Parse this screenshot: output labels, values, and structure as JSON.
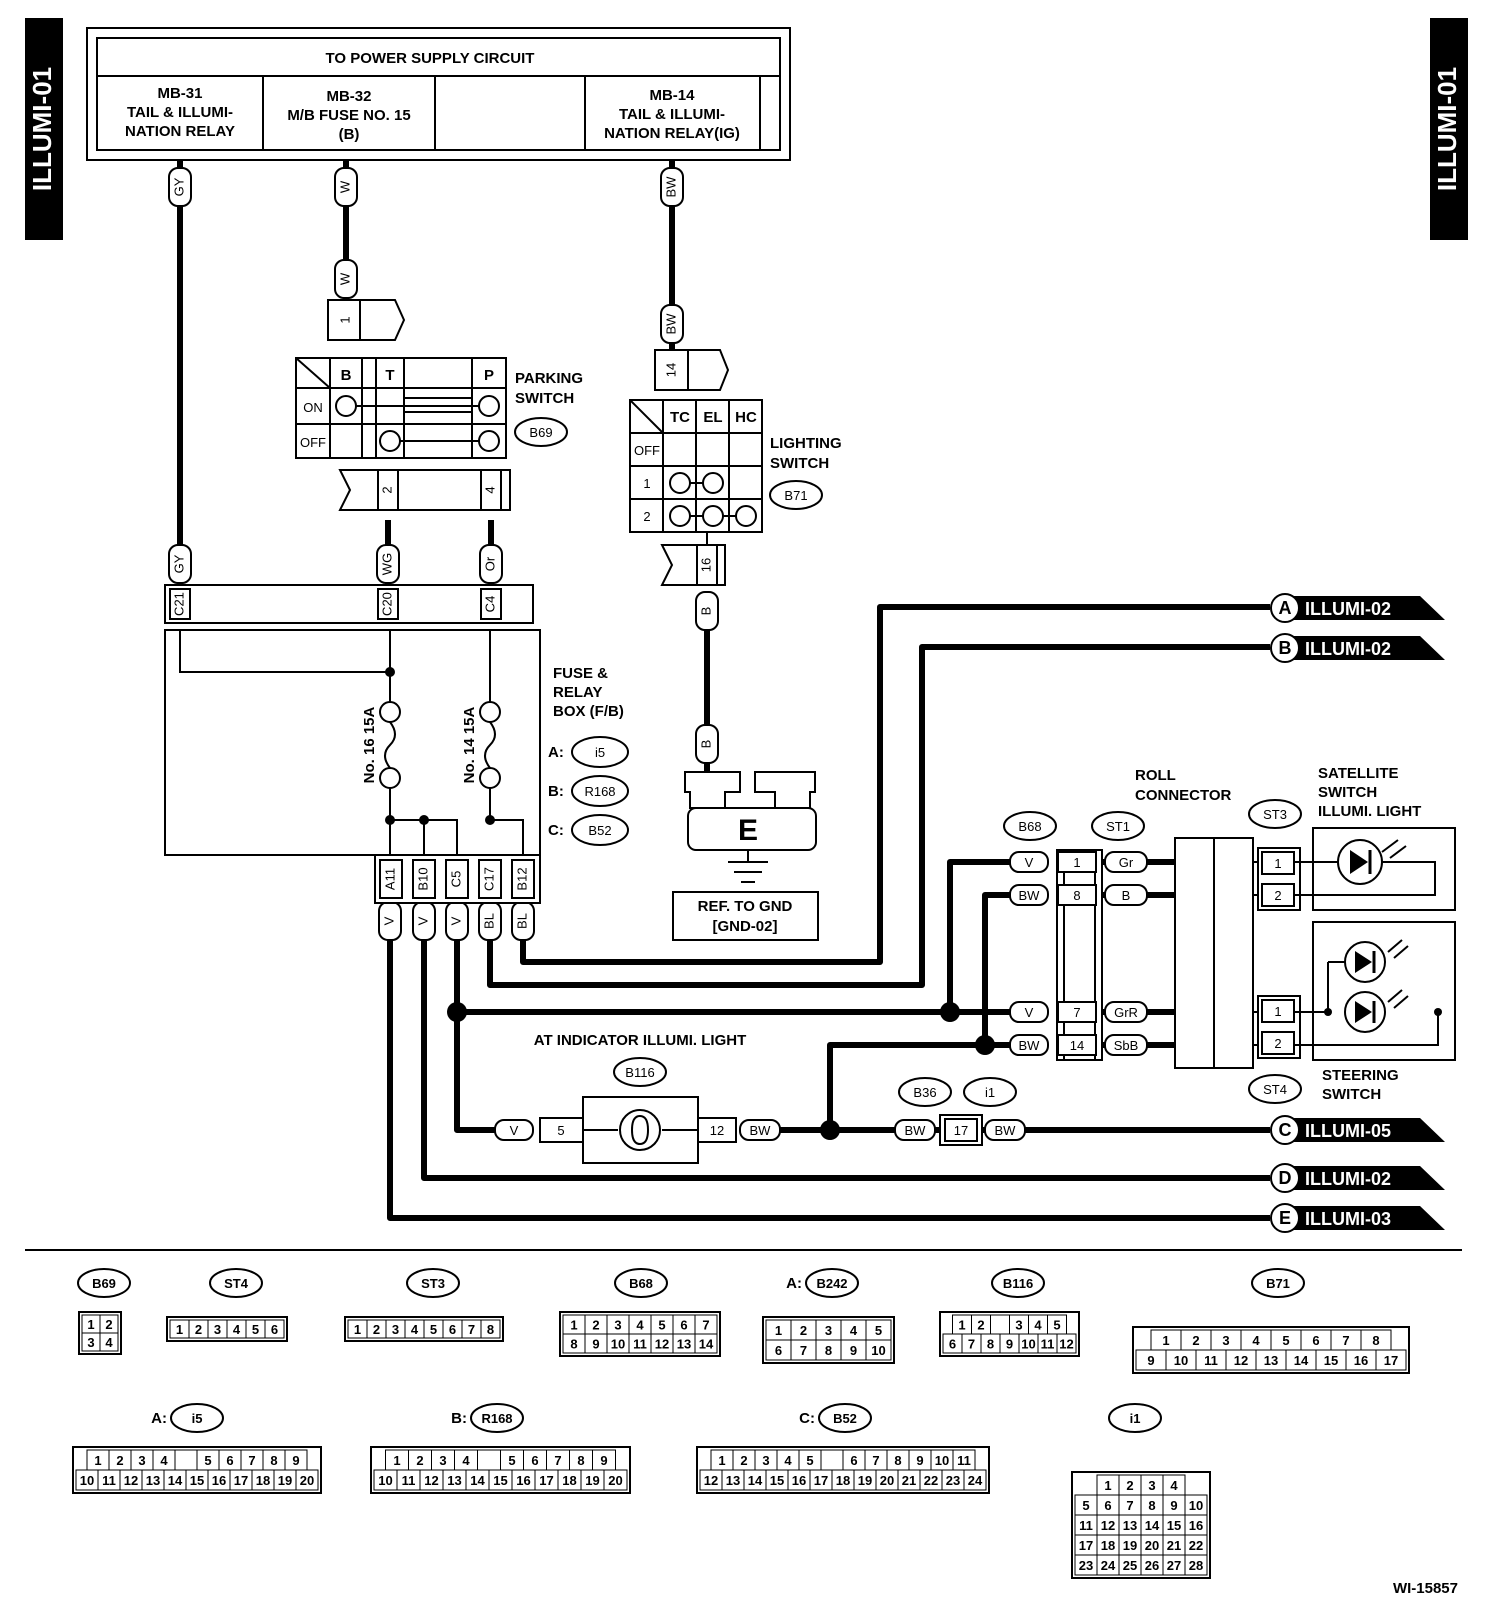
{
  "page_tags": {
    "left": "ILLUMI-01",
    "right": "ILLUMI-01"
  },
  "power_supply": {
    "title": "TO POWER SUPPLY CIRCUIT",
    "cells": [
      [
        "MB-31",
        "TAIL & ILLUMI-",
        "NATION RELAY"
      ],
      [
        "MB-32",
        "M/B FUSE NO. 15",
        "(B)"
      ],
      [
        "",
        "",
        ""
      ],
      [
        "MB-14",
        "TAIL & ILLUMI-",
        "NATION RELAY(IG)"
      ]
    ]
  },
  "wire_colors": {
    "gy": "GY",
    "w": "W",
    "bw": "BW",
    "wg": "WG",
    "or": "Or",
    "b": "B",
    "v": "V",
    "bl": "BL",
    "gr": "Gr",
    "grr": "GrR",
    "sbb": "SbB"
  },
  "parking_switch": {
    "name": [
      "PARKING",
      "SWITCH"
    ],
    "connector": "B69",
    "cols": [
      "B",
      "T",
      "P"
    ],
    "rows": [
      "ON",
      "OFF"
    ],
    "pins": [
      "1",
      "2",
      "4"
    ]
  },
  "lighting_switch": {
    "name": [
      "LIGHTING",
      "SWITCH"
    ],
    "connector": "B71",
    "cols": [
      "TC",
      "EL",
      "HC"
    ],
    "rows": [
      "OFF",
      "1",
      "2"
    ],
    "pins": [
      "14",
      "16"
    ]
  },
  "fuse_box": {
    "name": [
      "FUSE &",
      "RELAY",
      "BOX (F/B)"
    ],
    "connectors": [
      [
        "A:",
        "i5"
      ],
      [
        "B:",
        "R168"
      ],
      [
        "C:",
        "B52"
      ]
    ],
    "top_pins": [
      "C21",
      "C20",
      "C4"
    ],
    "bottom_pins": [
      "A11",
      "B10",
      "C5",
      "C17",
      "B12"
    ],
    "fuses": [
      "No. 16 15A",
      "No. 14 15A"
    ]
  },
  "ground": {
    "symbol": "E",
    "ref": [
      "REF. TO GND",
      "[GND-02]"
    ]
  },
  "outputs": [
    {
      "letter": "A",
      "ref": "ILLUMI-02"
    },
    {
      "letter": "B",
      "ref": "ILLUMI-02"
    },
    {
      "letter": "C",
      "ref": "ILLUMI-05"
    },
    {
      "letter": "D",
      "ref": "ILLUMI-02"
    },
    {
      "letter": "E",
      "ref": "ILLUMI-03"
    }
  ],
  "roll_connector": {
    "name": [
      "ROLL",
      "CONNECTOR"
    ],
    "left_conn": "B68",
    "right_conn": "ST1",
    "pins": [
      "1",
      "8",
      "7",
      "14"
    ]
  },
  "satellite": {
    "name": [
      "SATELLITE",
      "SWITCH",
      "ILLUMI. LIGHT"
    ],
    "connector": "ST3",
    "pins": [
      "1",
      "2"
    ]
  },
  "steering": {
    "name": [
      "STEERING",
      "SWITCH"
    ],
    "connector": "ST4",
    "pins": [
      "1",
      "2"
    ]
  },
  "at_indicator": {
    "name": "AT INDICATOR ILLUMI. LIGHT",
    "connector": "B116",
    "pins": [
      "5",
      "12"
    ]
  },
  "joint": {
    "connectors": [
      "B36",
      "i1"
    ],
    "pin": "17"
  },
  "connector_views": {
    "b69": {
      "label": "B69",
      "rows": [
        [
          "1",
          "2"
        ],
        [
          "3",
          "4"
        ]
      ]
    },
    "st4": {
      "label": "ST4",
      "rows": [
        [
          "1",
          "2",
          "3",
          "4",
          "5",
          "6"
        ]
      ]
    },
    "st3": {
      "label": "ST3",
      "rows": [
        [
          "1",
          "2",
          "3",
          "4",
          "5",
          "6",
          "7",
          "8"
        ]
      ]
    },
    "b68": {
      "label": "B68",
      "rows": [
        [
          "1",
          "2",
          "3",
          "4",
          "5",
          "6",
          "7"
        ],
        [
          "8",
          "9",
          "10",
          "11",
          "12",
          "13",
          "14"
        ]
      ]
    },
    "b242": {
      "prefix": "A:",
      "label": "B242",
      "rows": [
        [
          "1",
          "2",
          "3",
          "4",
          "5"
        ],
        [
          "6",
          "7",
          "8",
          "9",
          "10"
        ]
      ]
    },
    "b116": {
      "label": "B116",
      "rows": [
        [
          "1",
          "2",
          "",
          "3",
          "4",
          "5"
        ],
        [
          "6",
          "7",
          "8",
          "9",
          "10",
          "11",
          "12"
        ]
      ]
    },
    "b71": {
      "label": "B71",
      "rows": [
        [
          "1",
          "2",
          "3",
          "4",
          "5",
          "6",
          "7",
          "8"
        ],
        [
          "9",
          "10",
          "11",
          "12",
          "13",
          "14",
          "15",
          "16",
          "17"
        ]
      ]
    },
    "i5": {
      "prefix": "A:",
      "label": "i5",
      "rows": [
        [
          "1",
          "2",
          "3",
          "4",
          "",
          "5",
          "6",
          "7",
          "8",
          "9"
        ],
        [
          "10",
          "11",
          "12",
          "13",
          "14",
          "15",
          "16",
          "17",
          "18",
          "19",
          "20"
        ]
      ]
    },
    "r168": {
      "prefix": "B:",
      "label": "R168",
      "rows": [
        [
          "1",
          "2",
          "3",
          "4",
          "",
          "5",
          "6",
          "7",
          "8",
          "9"
        ],
        [
          "10",
          "11",
          "12",
          "13",
          "14",
          "15",
          "16",
          "17",
          "18",
          "19",
          "20"
        ]
      ]
    },
    "b52": {
      "prefix": "C:",
      "label": "B52",
      "rows": [
        [
          "1",
          "2",
          "3",
          "4",
          "5",
          "",
          "6",
          "7",
          "8",
          "9",
          "10",
          "11"
        ],
        [
          "12",
          "13",
          "14",
          "15",
          "16",
          "17",
          "18",
          "19",
          "20",
          "21",
          "22",
          "23",
          "24"
        ]
      ]
    },
    "i1": {
      "label": "i1",
      "rows": [
        [
          "1",
          "2",
          "3",
          "4"
        ],
        [
          "5",
          "6",
          "7",
          "8",
          "9",
          "10"
        ],
        [
          "11",
          "12",
          "13",
          "14",
          "15",
          "16"
        ],
        [
          "17",
          "18",
          "19",
          "20",
          "21",
          "22"
        ],
        [
          "23",
          "24",
          "25",
          "26",
          "27",
          "28"
        ]
      ]
    }
  },
  "figure_id": "WI-15857"
}
